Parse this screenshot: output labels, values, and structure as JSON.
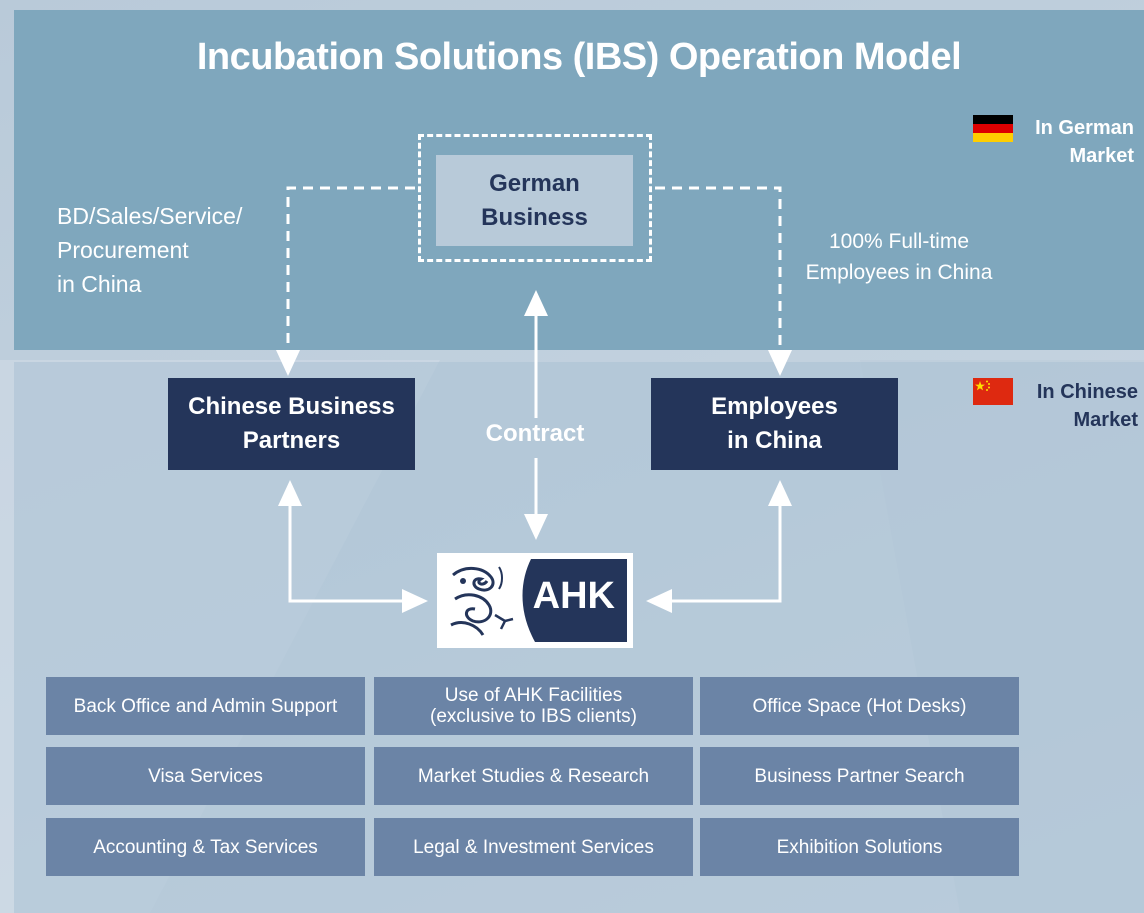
{
  "title": "Incubation Solutions (IBS) Operation Model",
  "markets": {
    "german": {
      "lines": [
        "In German",
        "Market"
      ],
      "flag": "germany-flag"
    },
    "chinese": {
      "lines": [
        "In Chinese",
        "Market"
      ],
      "flag": "china-flag"
    }
  },
  "left_note": [
    "BD/Sales/Service/",
    "Procurement",
    "in China"
  ],
  "right_note": [
    "100% Full-time",
    "Employees in China"
  ],
  "german_business": [
    "German",
    "Business"
  ],
  "chinese_partners": [
    "Chinese Business",
    "Partners"
  ],
  "employees": [
    "Employees",
    "in China"
  ],
  "contract": "Contract",
  "ahk": {
    "text": "AHK",
    "emblem": "dragon-emblem"
  },
  "services": [
    [
      "Back Office and Admin Support"
    ],
    [
      "Use of AHK Facilities",
      "(exclusive to IBS clients)"
    ],
    [
      "Office Space (Hot Desks)"
    ],
    [
      "Visa Services"
    ],
    [
      "Market Studies & Research"
    ],
    [
      "Business Partner Search"
    ],
    [
      "Accounting & Tax Services"
    ],
    [
      "Legal & Investment Services"
    ],
    [
      "Exhibition Solutions"
    ]
  ],
  "colors": {
    "navy": "#24355a",
    "service_fill": "#6b84a6",
    "german_band": "#7fa7bd",
    "german_business_fill": "#b8cad9"
  }
}
